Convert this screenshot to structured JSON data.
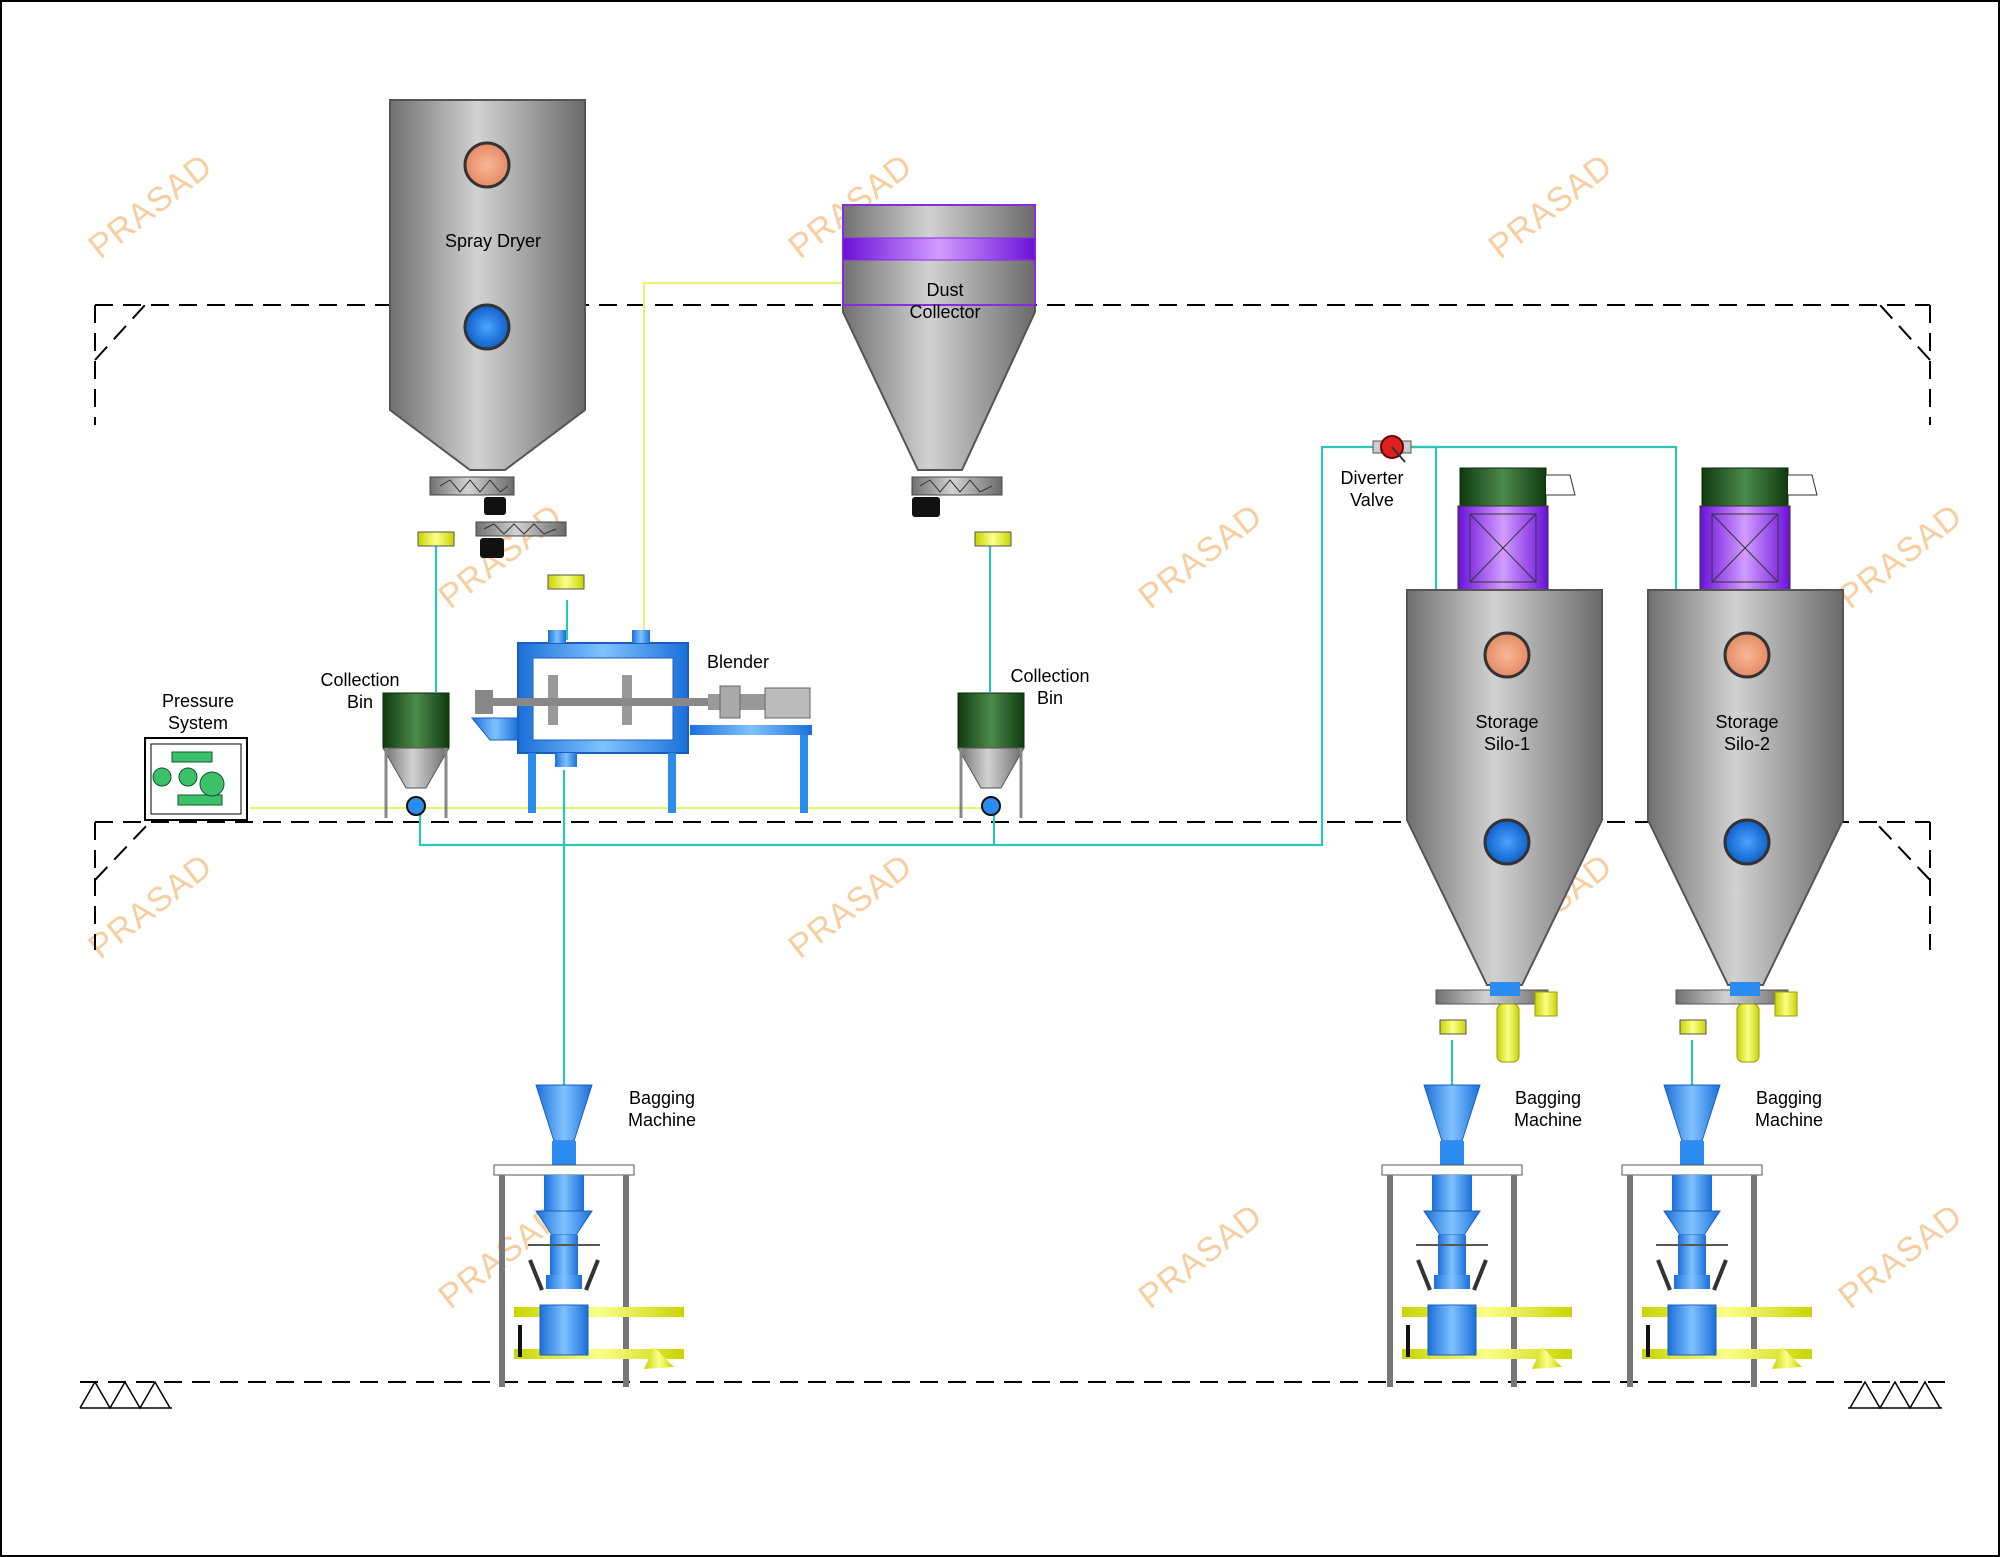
{
  "labels": {
    "spray_dryer": "Spray Dryer",
    "dust_collector": [
      "Dust",
      "Collector"
    ],
    "blender": "Blender",
    "collection_bin_left": [
      "Collection",
      "Bin"
    ],
    "collection_bin_right": [
      "Collection",
      "Bin"
    ],
    "pressure_system": [
      "Pressure",
      "System"
    ],
    "diverter_valve": [
      "Diverter",
      "Valve"
    ],
    "storage_silo_1": [
      "Storage",
      "Silo-1"
    ],
    "storage_silo_2": [
      "Storage",
      "Silo-2"
    ],
    "bagging_machine_1": [
      "Bagging",
      "Machine"
    ],
    "bagging_machine_2": [
      "Bagging",
      "Machine"
    ],
    "bagging_machine_3": [
      "Bagging",
      "Machine"
    ]
  },
  "watermark": "PRASAD",
  "colors": {
    "vessel_gray": "#9a9a9a",
    "pipe_teal": "#2ec4b6",
    "pipe_yellow": "#e8f27a",
    "blender_blue": "#2b8cf0",
    "bin_green": "#1f5a1f",
    "filter_purple": "#9b30ff",
    "sight_glass_orange": "#f4a07c",
    "manhole_blue": "#1e7ee8",
    "diverter_red": "#e02020",
    "watermark_orange": "#f5c690"
  }
}
